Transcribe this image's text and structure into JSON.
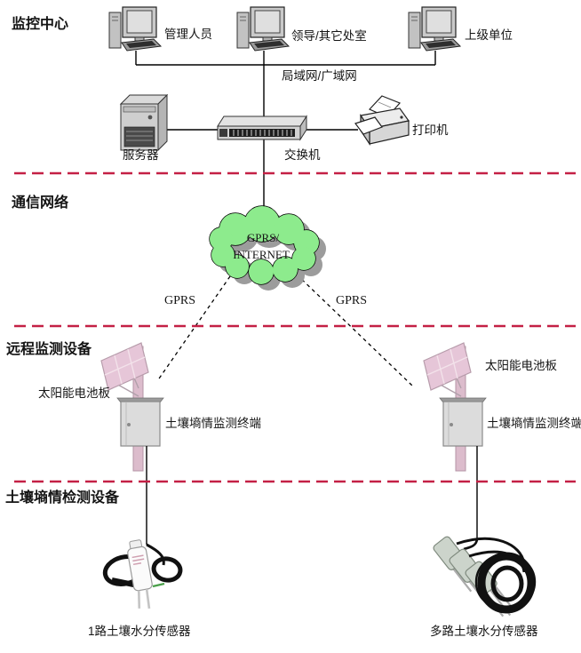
{
  "diagram": {
    "title_hint": "soil-moisture-monitoring-system-architecture",
    "sections": [
      {
        "id": "monitoring-center",
        "label": "监控中心"
      },
      {
        "id": "communication-network",
        "label": "通信网络"
      },
      {
        "id": "remote-monitoring",
        "label": "远程监测设备"
      },
      {
        "id": "soil-detection",
        "label": "土壤墒情检测设备"
      }
    ],
    "labels": {
      "admin": "管理人员",
      "leaders": "领导/其它处室",
      "superior": "上级单位",
      "lan_wan": "局域网/广域网",
      "server": "服务器",
      "switch": "交换机",
      "printer": "打印机",
      "cloud_line1": "GPRS/",
      "cloud_line2": "INTERNET",
      "gprs_left": "GPRS",
      "gprs_right": "GPRS",
      "solar_left": "太阳能电池板",
      "solar_right": "太阳能电池板",
      "terminal_left": "土壤墒情监测终端",
      "terminal_right": "土壤墒情监测终端",
      "sensor_single": "1路土壤水分传感器",
      "sensor_multi": "多路土壤水分传感器"
    },
    "colors": {
      "section_label": "#8b0030",
      "divider": "#c42045",
      "cloud_fill": "#8deb8d",
      "cloud_shadow": "#9c9c9c",
      "line": "#000000"
    }
  }
}
